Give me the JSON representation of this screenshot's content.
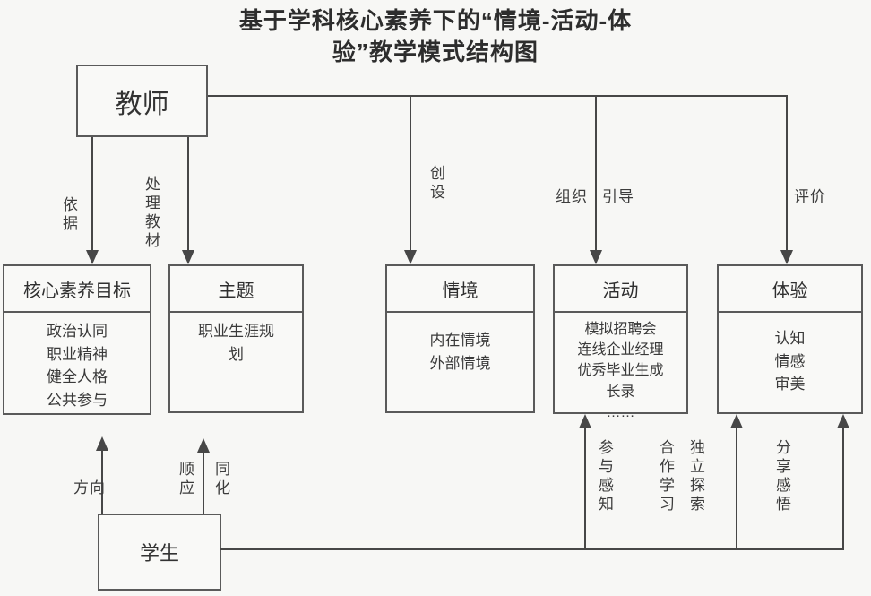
{
  "title": {
    "line1": "基于学科核心素养下的“情境-活动-体",
    "line2": "验”教学模式结构图"
  },
  "nodes": {
    "teacher": {
      "label": "教师"
    },
    "student": {
      "label": "学生"
    },
    "core": {
      "title": "核心素养目标",
      "lines": [
        "政治认同",
        "职业精神",
        "健全人格",
        "公共参与"
      ]
    },
    "theme": {
      "title": "主题",
      "body": "职业生涯规划"
    },
    "situation": {
      "title": "情境",
      "lines": [
        "内在情境",
        "外部情境"
      ]
    },
    "activity": {
      "title": "活动",
      "lines": [
        "模拟招聘会",
        "连线企业经理",
        "优秀毕业生成长录",
        "……"
      ]
    },
    "experience": {
      "title": "体验",
      "lines": [
        "认知",
        "情感",
        "审美"
      ]
    }
  },
  "edge_labels": {
    "basis": "依据",
    "process_material": "处理教材",
    "create": "创设",
    "organize": "组织",
    "guide": "引导",
    "evaluate": "评价",
    "direction": "方向",
    "accommodate": "顺应",
    "assimilate": "同化",
    "participate_perceive": "参与感知",
    "cooperative_learning": "合作学习",
    "independent_explore": "独立探索",
    "share_insight": "分享感悟"
  },
  "colors": {
    "line": "#474747",
    "border": "#5a5a5a",
    "text": "#333333",
    "background": "#f7f7f5"
  }
}
